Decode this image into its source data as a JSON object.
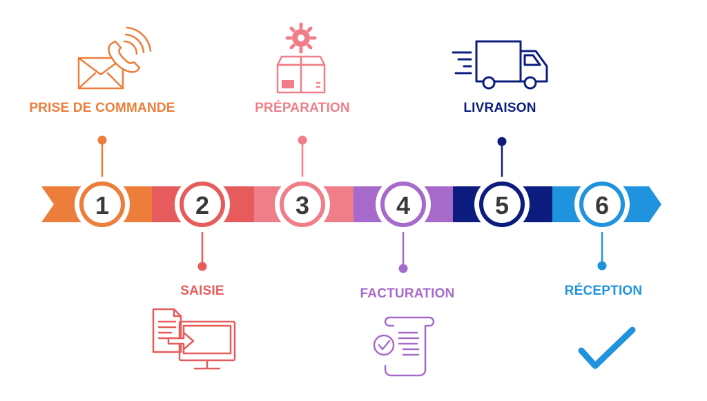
{
  "steps": [
    {
      "number": "1",
      "label": "PRISE DE COMMANDE",
      "color": "#ED7D3A",
      "icon": "envelope-phone-icon"
    },
    {
      "number": "2",
      "label": "SAISIE",
      "color": "#E65C5C",
      "icon": "document-to-computer-icon"
    },
    {
      "number": "3",
      "label": "PRÉPARATION",
      "color": "#F07E88",
      "icon": "gear-box-icon"
    },
    {
      "number": "4",
      "label": "FACTURATION",
      "color": "#A66ACB",
      "icon": "invoice-scroll-icon"
    },
    {
      "number": "5",
      "label": "LIVRAISON",
      "color": "#0B1C7E",
      "icon": "delivery-truck-icon"
    },
    {
      "number": "6",
      "label": "RÉCEPTION",
      "color": "#1F93DD",
      "icon": "checkmark-icon"
    }
  ]
}
